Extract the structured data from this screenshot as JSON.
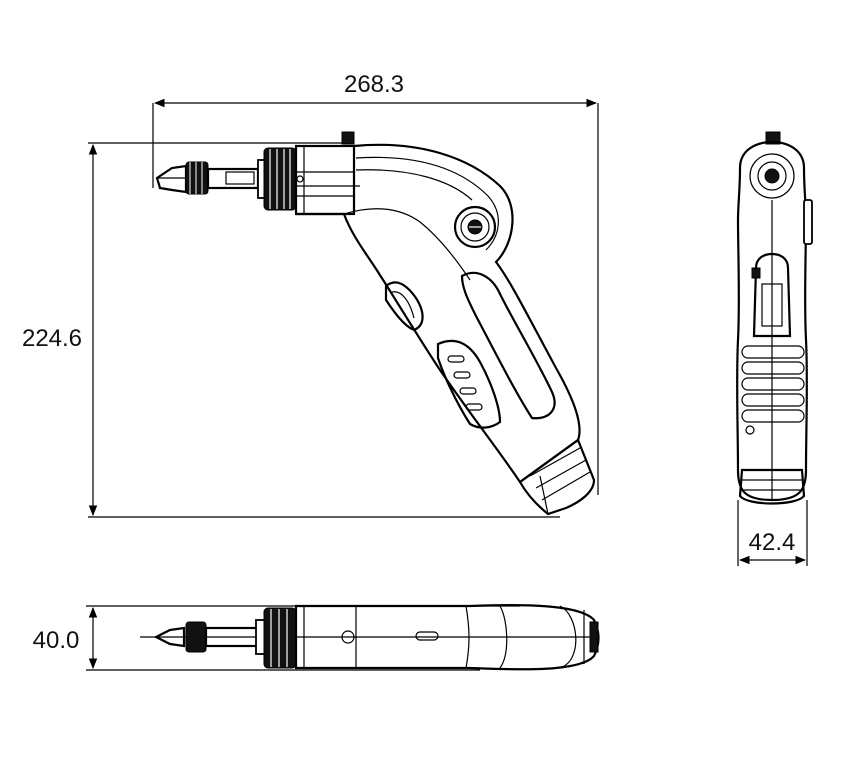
{
  "dimensions": {
    "width": "268.3",
    "height": "224.6",
    "depth": "42.4",
    "thickness": "40.0"
  }
}
